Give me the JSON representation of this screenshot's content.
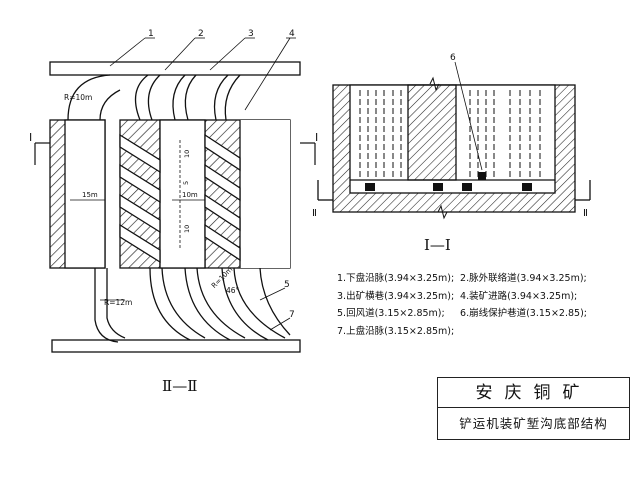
{
  "plan_labels": {
    "callout_1": "1",
    "callout_2": "2",
    "callout_3": "3",
    "callout_4": "4",
    "callout_5": "5",
    "callout_7": "7",
    "radius_top": "R=10m",
    "radius_bottom": "R=12m",
    "radius_diag": "R=10m",
    "dim_left": "15m",
    "dim_mid": "10m",
    "angle": "46°",
    "dim_v1": "10",
    "dim_v2": "5",
    "dim_v3": "10",
    "section_mark_left": "I",
    "section_mark_right": "I",
    "section_title": "Ⅱ—Ⅱ"
  },
  "section_labels": {
    "callout_6": "6",
    "mark_left": "Ⅱ",
    "mark_right": "Ⅱ",
    "section_title": "Ⅰ—Ⅰ"
  },
  "legend": [
    [
      "1.下盘沿脉(3.94×3.25m);",
      "2.脉外联络道(3.94×3.25m);"
    ],
    [
      "3.出矿横巷(3.94×3.25m);",
      "4.装矿进路(3.94×3.25m);"
    ],
    [
      "5.回风道(3.15×2.85m);",
      "6.崩线保护巷道(3.15×2.85);"
    ],
    [
      "7.上盘沿脉(3.15×2.85m);",
      ""
    ]
  ],
  "title_block": {
    "mine": "安庆铜矿",
    "subtitle": "铲运机装矿堑沟底部结构"
  }
}
